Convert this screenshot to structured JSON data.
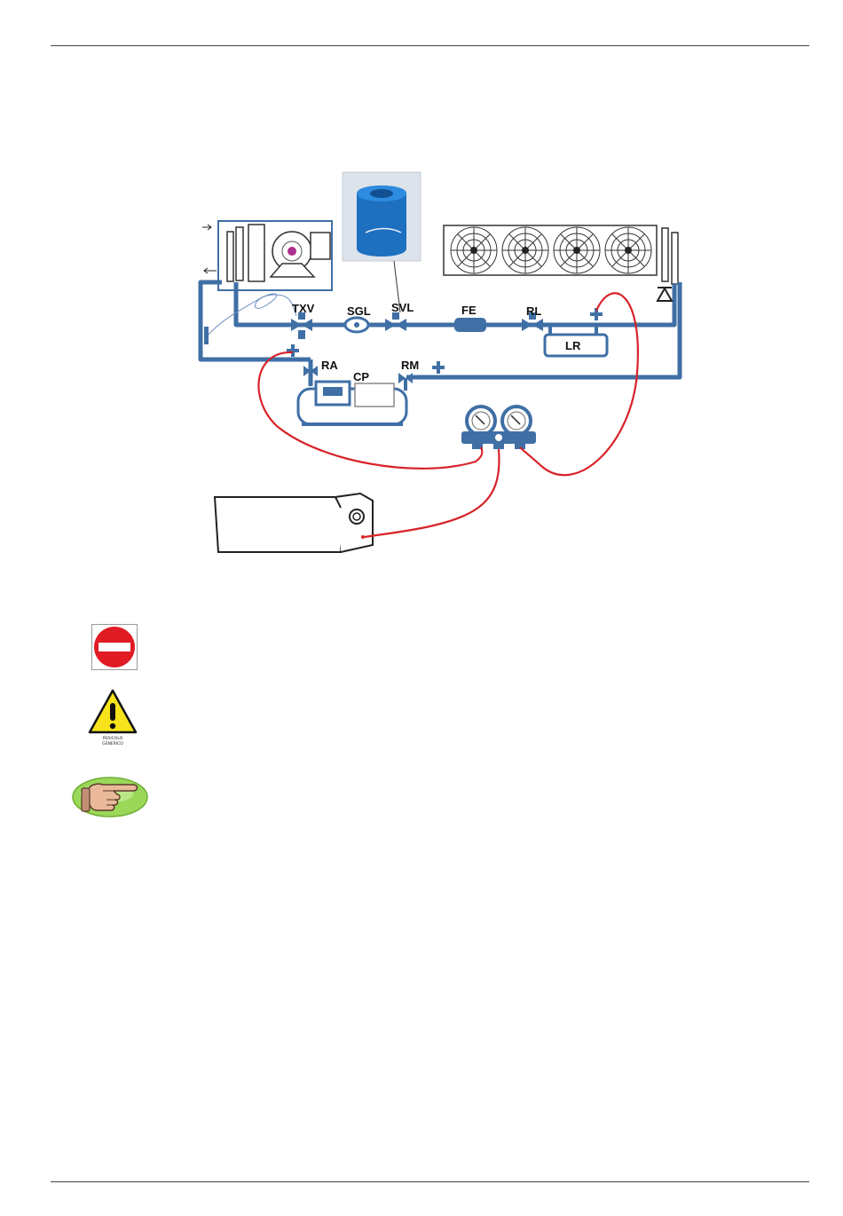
{
  "diagram": {
    "labels": {
      "txv": "TXV",
      "sgl": "SGL",
      "svl": "SVL",
      "fe": "FE",
      "rl": "RL",
      "lr": "LR",
      "ra": "RA",
      "cp": "CP",
      "rm": "RM"
    }
  },
  "warning_sign": {
    "line1": "PERICOLO",
    "line2": "GENERICO"
  },
  "colors": {
    "pipe": "#3f6fa5",
    "hose": "#d8232a",
    "stop": "#e01b24",
    "warning": "#f7e21b",
    "pointer_bg": "#9bd85a"
  }
}
